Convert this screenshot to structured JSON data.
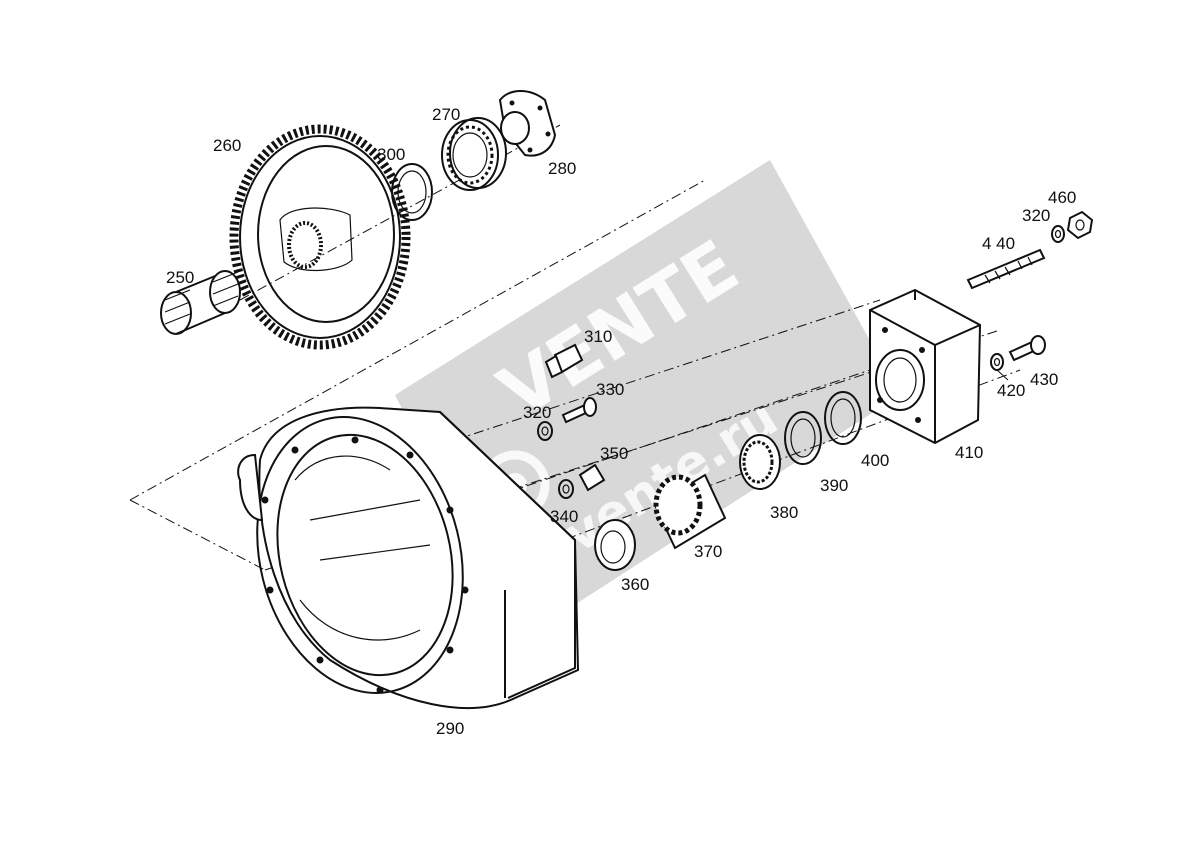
{
  "diagram": {
    "parts": [
      {
        "id": "p250",
        "label": "250"
      },
      {
        "id": "p260",
        "label": "260"
      },
      {
        "id": "p270",
        "label": "270"
      },
      {
        "id": "p280",
        "label": "280"
      },
      {
        "id": "p290",
        "label": "290"
      },
      {
        "id": "p300",
        "label": "300"
      },
      {
        "id": "p310",
        "label": "310"
      },
      {
        "id": "p320a",
        "label": "320"
      },
      {
        "id": "p320b",
        "label": "320"
      },
      {
        "id": "p330",
        "label": "330"
      },
      {
        "id": "p340",
        "label": "340"
      },
      {
        "id": "p350",
        "label": "350"
      },
      {
        "id": "p360",
        "label": "360"
      },
      {
        "id": "p370",
        "label": "370"
      },
      {
        "id": "p380",
        "label": "380"
      },
      {
        "id": "p390",
        "label": "390"
      },
      {
        "id": "p400",
        "label": "400"
      },
      {
        "id": "p410",
        "label": "410"
      },
      {
        "id": "p420",
        "label": "420"
      },
      {
        "id": "p430",
        "label": "430"
      },
      {
        "id": "p440",
        "label": "4 40"
      },
      {
        "id": "p460",
        "label": "460"
      }
    ]
  },
  "watermark": {
    "brand": "VENTE",
    "domain": "movente.ru",
    "color": "#a9a9a9"
  }
}
